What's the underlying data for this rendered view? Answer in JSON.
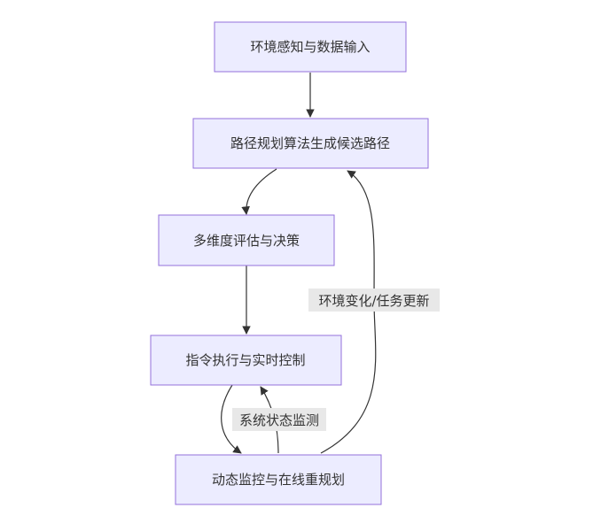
{
  "nodes": {
    "perception": "环境感知与数据输入",
    "planning": "路径规划算法生成候选路径",
    "evaluation": "多维度评估与决策",
    "execution": "指令执行与实时控制",
    "monitoring": "动态监控与在线重规划"
  },
  "edge_labels": {
    "replan": "环境变化/任务更新",
    "status": "系统状态监测"
  },
  "colors": {
    "node_fill": "#ececff",
    "node_stroke": "#9370db",
    "edge": "#333333",
    "label_bg": "#e8e8e8",
    "text": "#333333"
  }
}
